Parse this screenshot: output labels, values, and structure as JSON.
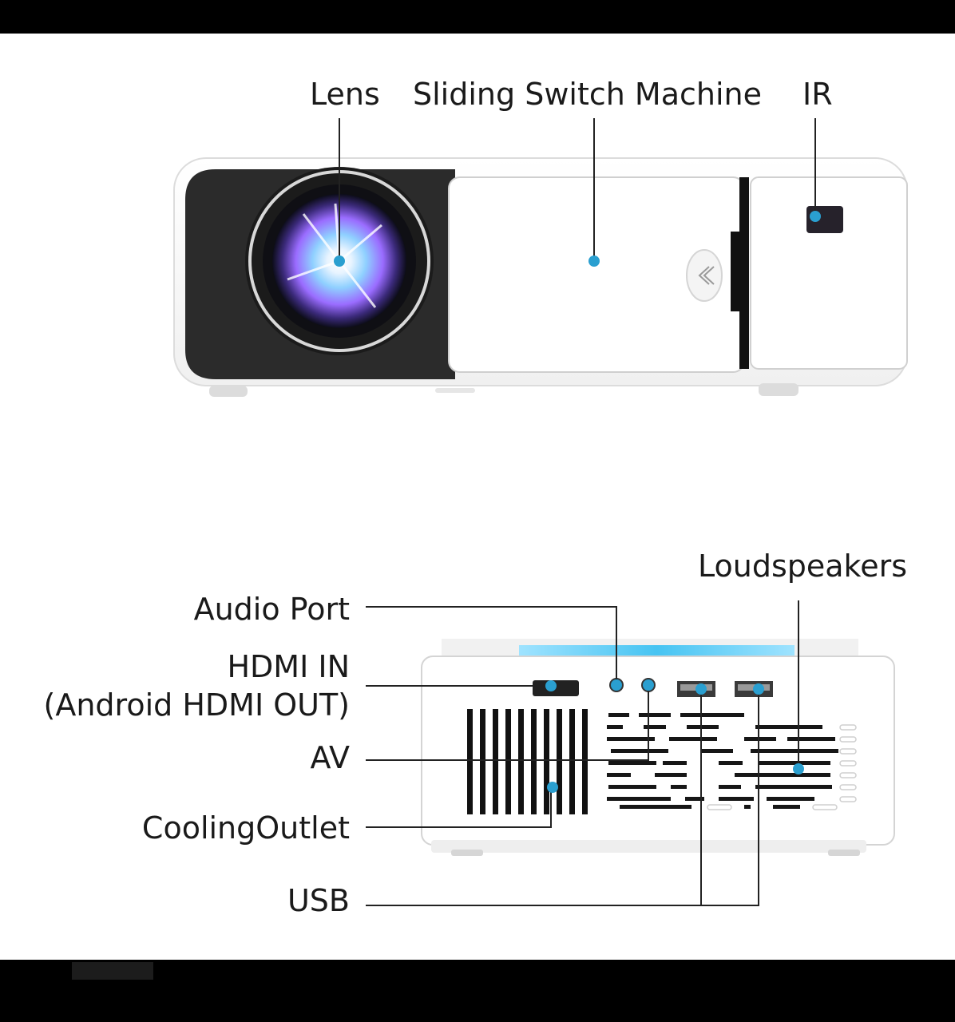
{
  "front_view": {
    "labels": {
      "lens": "Lens",
      "sliding_switch": "Sliding Switch Machine",
      "ir": "IR"
    }
  },
  "rear_view": {
    "labels": {
      "loudspeakers": "Loudspeakers",
      "audio_port": "Audio Port",
      "hdmi_in": "HDMI IN",
      "hdmi_out_note": "(Android HDMI OUT)",
      "av": "AV",
      "cooling_outlet": "CoolingOutlet",
      "usb": "USB"
    }
  },
  "colors": {
    "marker": "#2a9fd0",
    "lens_glow": "#9a6cff",
    "background": "#ffffff",
    "frame": "#000000"
  }
}
